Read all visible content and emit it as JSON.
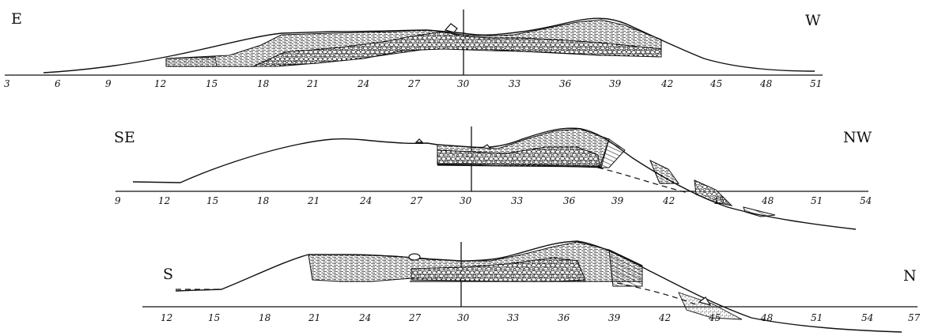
{
  "sections": [
    {
      "id": "ew",
      "left_label": "E",
      "right_label": "W",
      "ticks": [
        "3",
        "6",
        "9",
        "12",
        "15",
        "18",
        "21",
        "24",
        "27",
        "30",
        "33",
        "36",
        "39",
        "42",
        "45",
        "48",
        "51"
      ]
    },
    {
      "id": "senw",
      "left_label": "SE",
      "right_label": "NW",
      "ticks": [
        "9",
        "12",
        "15",
        "18",
        "21",
        "24",
        "27",
        "30",
        "33",
        "36",
        "39",
        "42",
        "45",
        "48",
        "51",
        "54"
      ]
    },
    {
      "id": "sn",
      "left_label": "S",
      "right_label": "N",
      "ticks": [
        "12",
        "15",
        "18",
        "21",
        "24",
        "27",
        "30",
        "33",
        "36",
        "39",
        "42",
        "45",
        "48",
        "51",
        "54",
        "57"
      ]
    }
  ]
}
